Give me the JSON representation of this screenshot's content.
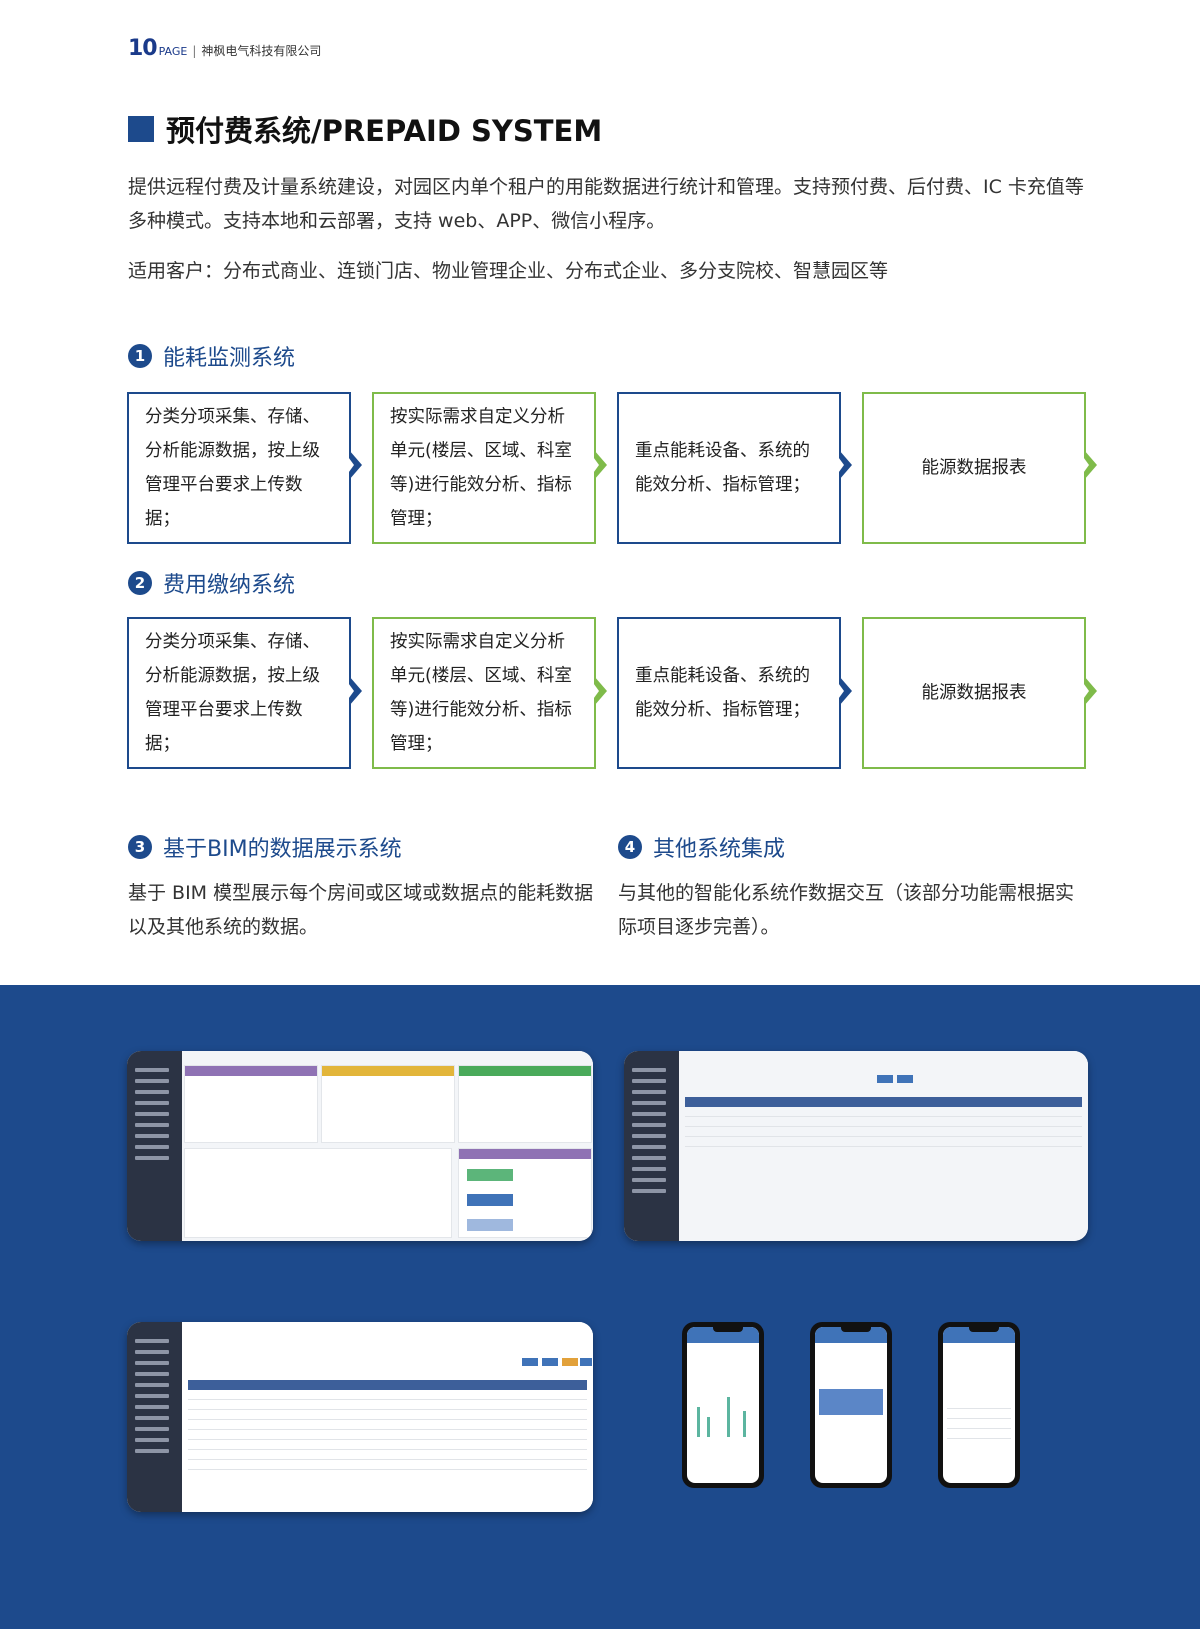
{
  "header": {
    "page_number": "10",
    "page_word": "PAGE",
    "separator": "|",
    "company": "神枫电气科技有限公司"
  },
  "title": "预付费系统/PREPAID SYSTEM",
  "intro": "提供远程付费及计量系统建设，对园区内单个租户的用能数据进行统计和管理。支持预付费、后付费、IC 卡充值等多种模式。支持本地和云部署，支持 web、APP、微信小程序。",
  "customers": "适用客户：分布式商业、连锁门店、物业管理企业、分布式企业、多分支院校、智慧园区等",
  "sections": [
    {
      "number": "1",
      "title": "能耗监测系统",
      "boxes": [
        "分类分项采集、存储、分析能源数据，按上级管理平台要求上传数据；",
        "按实际需求自定义分析单元(楼层、区域、科室等)进行能效分析、指标管理；",
        "重点能耗设备、系统的能效分析、指标管理；",
        "能源数据报表"
      ]
    },
    {
      "number": "2",
      "title": "费用缴纳系统",
      "boxes": [
        "分类分项采集、存储、分析能源数据，按上级管理平台要求上传数据；",
        "按实际需求自定义分析单元(楼层、区域、科室等)进行能效分析、指标管理；",
        "重点能耗设备、系统的能效分析、指标管理；",
        "能源数据报表"
      ]
    },
    {
      "number": "3",
      "title": "基于BIM的数据展示系统",
      "text": "基于 BIM 模型展示每个房间或区域或数据点的能耗数据以及其他系统的数据。"
    },
    {
      "number": "4",
      "title": "其他系统集成",
      "text": "与其他的智能化系统作数据交互（该部分功能需根据实际项目逐步完善）。"
    }
  ],
  "colors": {
    "primary": "#1d4a8c",
    "accent_green": "#7fbb4a"
  }
}
